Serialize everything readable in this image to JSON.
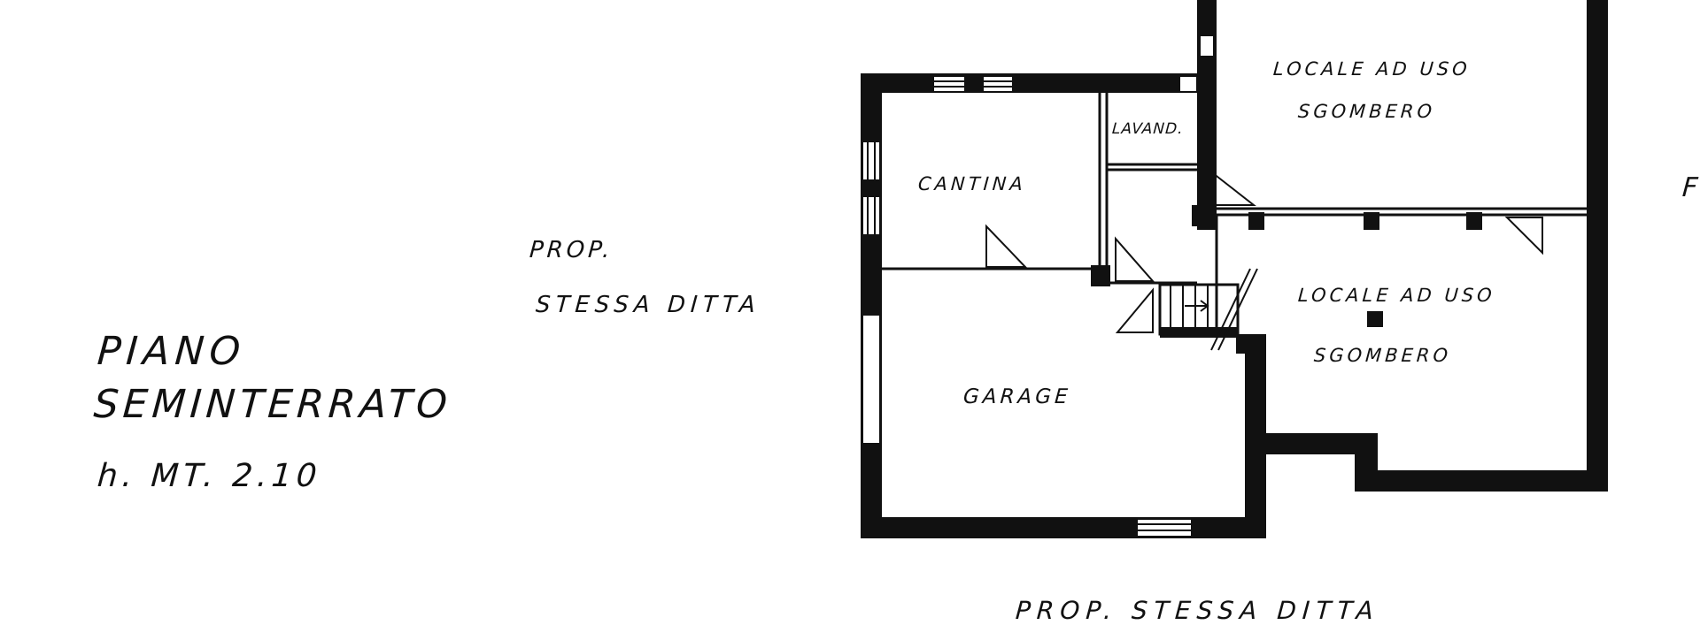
{
  "drawing": {
    "title_line1": "PIANO",
    "title_line2": "SEMINTERRATO",
    "height_note": "h. MT. 2.10",
    "neighbor_top_line1": "PROP.",
    "neighbor_top_line2": "STESSA DITTA",
    "neighbor_bottom": "PROP. STESSA DITTA",
    "edge_glyph": "F"
  },
  "rooms": {
    "cantina": "CANTINA",
    "lavanderia": "LAVAND.",
    "garage": "GARAGE",
    "locale_upper_line1": "LOCALE AD USO",
    "locale_upper_line2": "SGOMBERO",
    "locale_lower_line1": "LOCALE AD USO",
    "locale_lower_line2": "SGOMBERO"
  },
  "colors": {
    "wall": "#111111",
    "background": "#ffffff"
  }
}
